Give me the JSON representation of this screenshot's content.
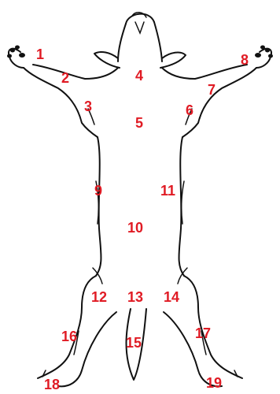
{
  "figure": {
    "subject": "dog body outline, ventral view, with numbered regions",
    "label_color": "#e01b24",
    "outline_color": "#111111",
    "labels": [
      "1",
      "2",
      "3",
      "4",
      "5",
      "6",
      "7",
      "8",
      "9",
      "10",
      "11",
      "12",
      "13",
      "14",
      "15",
      "16",
      "17",
      "18",
      "19"
    ]
  }
}
